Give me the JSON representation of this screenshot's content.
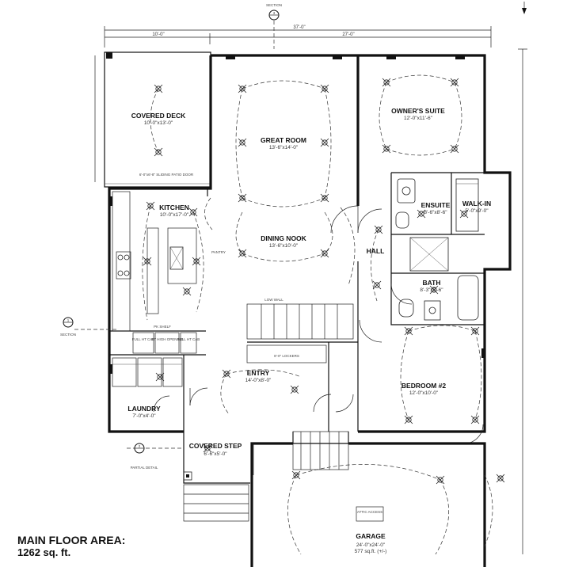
{
  "rooms": {
    "covered_deck": {
      "name": "COVERED DECK",
      "dims": "10'-0\"x13'-0\""
    },
    "great_room": {
      "name": "GREAT ROOM",
      "dims": "13'-6\"x14'-0\""
    },
    "owners_suite": {
      "name": "OWNER'S SUITE",
      "dims": "12'-0\"x11'-6\""
    },
    "ensuite": {
      "name": "ENSUITE",
      "dims": "8'-6\"x8'-6\""
    },
    "walk_in": {
      "name": "WALK-IN",
      "dims": "5'-0\"x9'-0\""
    },
    "kitchen": {
      "name": "KITCHEN",
      "dims": "10'-0\"x17'-0\""
    },
    "dining_nook": {
      "name": "DINING NOOK",
      "dims": "13'-6\"x10'-0\""
    },
    "hall": {
      "name": "HALL"
    },
    "bath": {
      "name": "BATH",
      "dims": "8'-3\"x5'-6\""
    },
    "entry": {
      "name": "ENTRY",
      "dims": "14'-0\"x8'-0\""
    },
    "bedroom2": {
      "name": "BEDROOM #2",
      "dims": "12'-0\"x10'-0\""
    },
    "laundry": {
      "name": "LAUNDRY",
      "dims": "7'-0\"x4'-0\""
    },
    "covered_step": {
      "name": "COVERED STEP",
      "dims": "6'-6\"x5'-0\""
    },
    "garage": {
      "name": "GARAGE",
      "dims": "24'-0\"x24'-0\"",
      "area": "577 sq.ft. (+/-)"
    }
  },
  "dimensions": {
    "overall": "37'-0\"",
    "left": "10'-0\"",
    "right": "27'-0\""
  },
  "markers": {
    "section_top": {
      "number": "3",
      "label": "SECTION"
    },
    "section_left": {
      "number": "1",
      "label": "SECTION"
    },
    "partial_detail": {
      "number": "2",
      "label": "PARTIAL DETAIL"
    }
  },
  "notes": {
    "patio_door": "6'-0\"x6'-8\" SLIDING PATIO DOOR",
    "low_wall": "LOW WALL",
    "lockers": "8'-0\" LOCKERS",
    "attic_access": "ATTIC ACCESS",
    "pantry": "PANTRY",
    "opening": "37\" HIGH OPENING",
    "full_ht_left": "FULL HT CAB",
    "full_ht_right": "FULL HT CAB",
    "pk_shelf": "PK SHELF"
  },
  "summary": {
    "title": "MAIN FLOOR AREA:",
    "value": "1262 sq. ft."
  },
  "icons": {
    "north": "north-arrow-icon",
    "light": "ceiling-light-icon",
    "smoke": "smoke-detector-icon"
  }
}
